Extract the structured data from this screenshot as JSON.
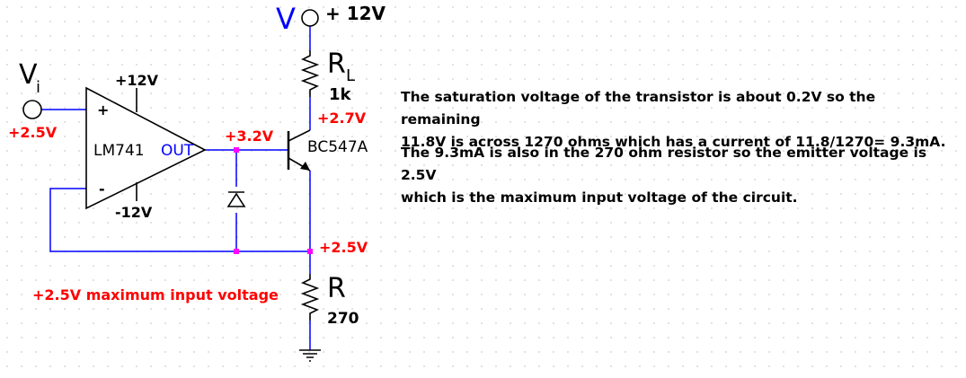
{
  "colors": {
    "wire": "#0000ff",
    "component": "#000000",
    "label_red": "#ff0000",
    "junction": "#ff00ff"
  },
  "labels": {
    "supply_v": "V",
    "supply_plus12": "+ 12V",
    "rl_letter": "R",
    "rl_sub": "L",
    "rl_value": "1k",
    "collector_v": "+2.7V",
    "transistor": "BC547A",
    "vi_letter": "V",
    "vi_sub": "i",
    "input_v": "+2.5V",
    "opamp_pos_supply": "+12V",
    "opamp_plus": "+",
    "opamp_minus": "-",
    "opamp_name": "LM741",
    "opamp_out": "OUT",
    "opamp_neg_supply": "-12V",
    "base_v": "+3.2V",
    "emitter_v": "+2.5V",
    "max_input": "+2.5V maximum input voltage",
    "r_letter": "R",
    "r_value": "270"
  },
  "notes": {
    "p1_line1": "The saturation voltage of the transistor is about 0.2V so the remaining",
    "p1_line2": "11.8V is across 1270 ohms which has a current of 11.8/1270= 9.3mA.",
    "p2_line1": "The 9.3mA is also in the 270 ohm resistor so the emitter voltage is 2.5V",
    "p2_line2": "which is the maximum input voltage of the circuit."
  }
}
